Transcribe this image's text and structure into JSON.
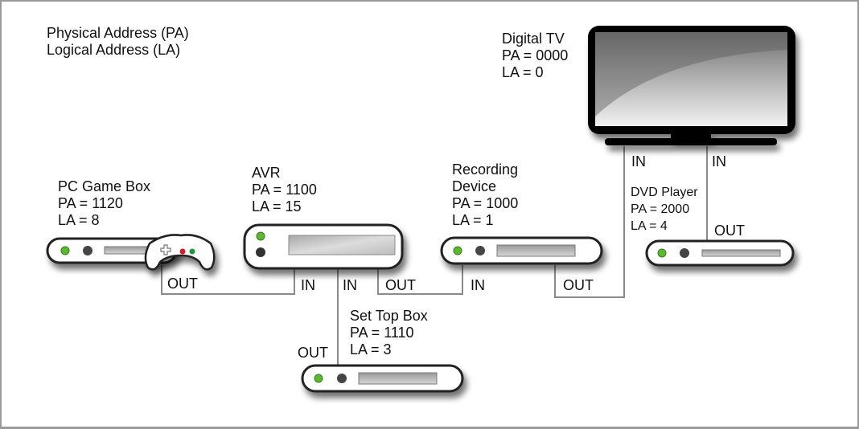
{
  "legend": {
    "line1": "Physical Address (PA)",
    "line2": "Logical Address (LA)"
  },
  "devices": {
    "tv": {
      "name": "Digital TV",
      "pa": "PA = 0000",
      "la": "LA = 0"
    },
    "pc_game_box": {
      "name": "PC Game Box",
      "pa": "PA = 1120",
      "la": "LA = 8"
    },
    "avr": {
      "name": "AVR",
      "pa": "PA = 1100",
      "la": "LA = 15"
    },
    "recording": {
      "name_line1": "Recording",
      "name_line2": "Device",
      "pa": "PA = 1000",
      "la": "LA = 1"
    },
    "dvd": {
      "name": "DVD Player",
      "pa": "PA = 2000",
      "la": "LA = 4"
    },
    "set_top_box": {
      "name": "Set Top Box",
      "pa": "PA = 1110",
      "la": "LA = 3"
    }
  },
  "ports": {
    "tv_in_1": "IN",
    "tv_in_2": "IN",
    "pc_out": "OUT",
    "avr_in_1": "IN",
    "avr_in_2": "IN",
    "avr_out": "OUT",
    "rec_in": "IN",
    "rec_out": "OUT",
    "dvd_out": "OUT",
    "stb_out": "OUT"
  },
  "colors": {
    "led_green": "#5cb82e",
    "button_dark": "#444444",
    "controller_red": "#d81e2a",
    "controller_green": "#1a9a3a",
    "wire": "#8a8a8a",
    "border": "#9a9a9a"
  }
}
